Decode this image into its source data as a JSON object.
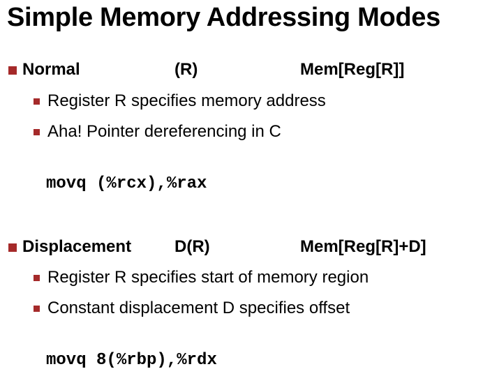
{
  "title": "Simple Memory Addressing Modes",
  "modes": [
    {
      "name": "Normal",
      "syntax": "(R)",
      "semantics": "Mem[Reg[R]]",
      "bullets": [
        "Register R specifies memory address",
        "Aha! Pointer dereferencing in C"
      ],
      "code": "movq (%rcx),%rax"
    },
    {
      "name": "Displacement",
      "syntax": "D(R)",
      "semantics": "Mem[Reg[R]+D]",
      "bullets": [
        "Register R specifies start of memory region",
        "Constant displacement D specifies offset"
      ],
      "code": "movq 8(%rbp),%rdx"
    }
  ],
  "colors": {
    "bullet": "#a52a2a",
    "text": "#000000",
    "background": "#ffffff"
  }
}
